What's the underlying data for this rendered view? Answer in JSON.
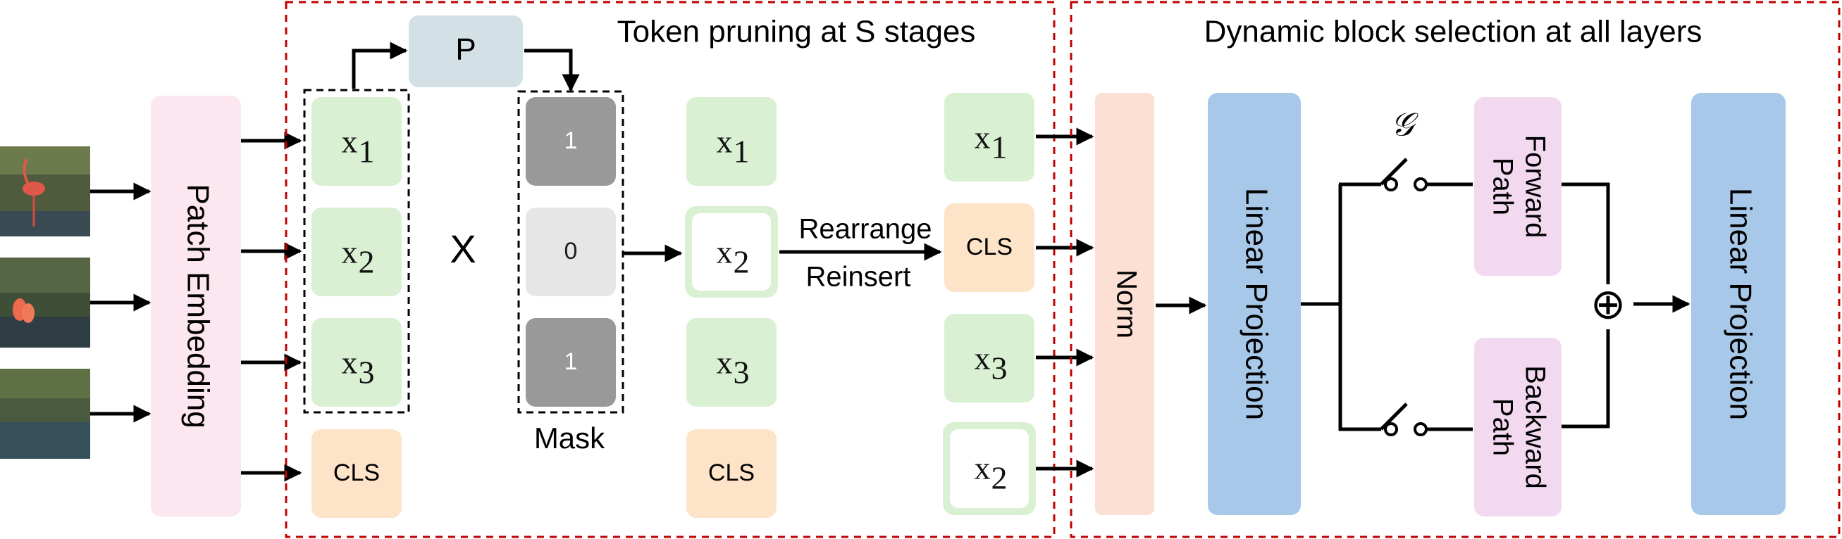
{
  "colors": {
    "token_green": "#d9f0d3",
    "token_green_stroke": "#bfe3b5",
    "cls_orange": "#fde3c7",
    "mask_dark": "#999999",
    "mask_light": "#e6e6e6",
    "patch_pink": "#fce6ef",
    "norm_peach": "#fbe0d3",
    "linear_blue": "#a8c8ea",
    "path_purple": "#f3d9f0",
    "predictor_gray": "#d3e1e6",
    "dashed_red": "#c00000"
  },
  "labels": {
    "patch_embedding": "Patch Embedding",
    "token_pruning_title": "Token pruning at S stages",
    "dynamic_block_title": "Dynamic block selection at all layers",
    "predictor": "P",
    "multiply": "X",
    "mask": "Mask",
    "mask_values": [
      "1",
      "0",
      "1"
    ],
    "cls": "CLS",
    "rearrange": "Rearrange",
    "reinsert": "Reinsert",
    "norm": "Norm",
    "linear_projection_1": "Linear Projection",
    "linear_projection_2": "Linear Projection",
    "gate_symbol": "𝒢",
    "forward_path_line1": "Forward",
    "forward_path_line2": "Path",
    "backward_path_line1": "Backward",
    "backward_path_line2": "Path",
    "oplus": "⊕"
  },
  "tokens": {
    "input": [
      "x",
      "x",
      "x"
    ],
    "input_subs": [
      "1",
      "2",
      "3"
    ],
    "pruned": [
      "x",
      "x",
      "x"
    ],
    "pruned_subs": [
      "1",
      "2",
      "3"
    ],
    "rearranged": [
      "x",
      "x",
      "x"
    ],
    "rearranged_subs": [
      "1",
      "3",
      "2"
    ]
  },
  "images": [
    "flamingo-image-1",
    "flamingo-image-2",
    "flamingo-image-3"
  ]
}
